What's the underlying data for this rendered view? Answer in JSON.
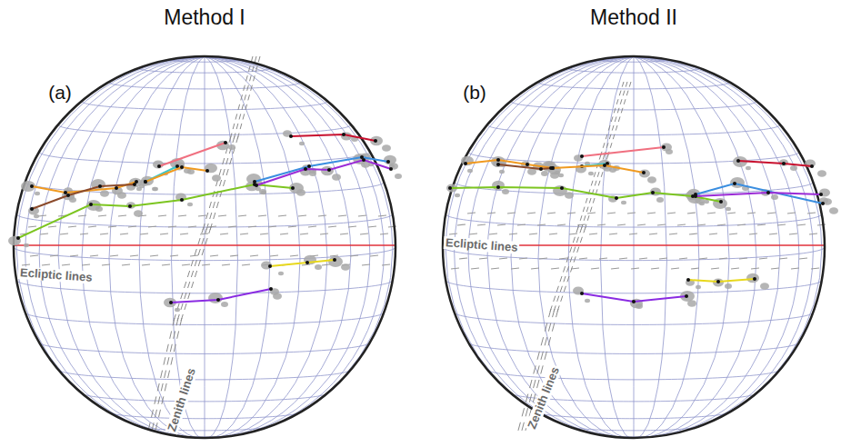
{
  "diagram": {
    "labels": [
      "Method I",
      "Method II",
      "(a)",
      "(b)",
      "Ecliptic lines",
      "Zenith lines",
      "Ecliptic lines",
      "Zenith lines"
    ]
  }
}
